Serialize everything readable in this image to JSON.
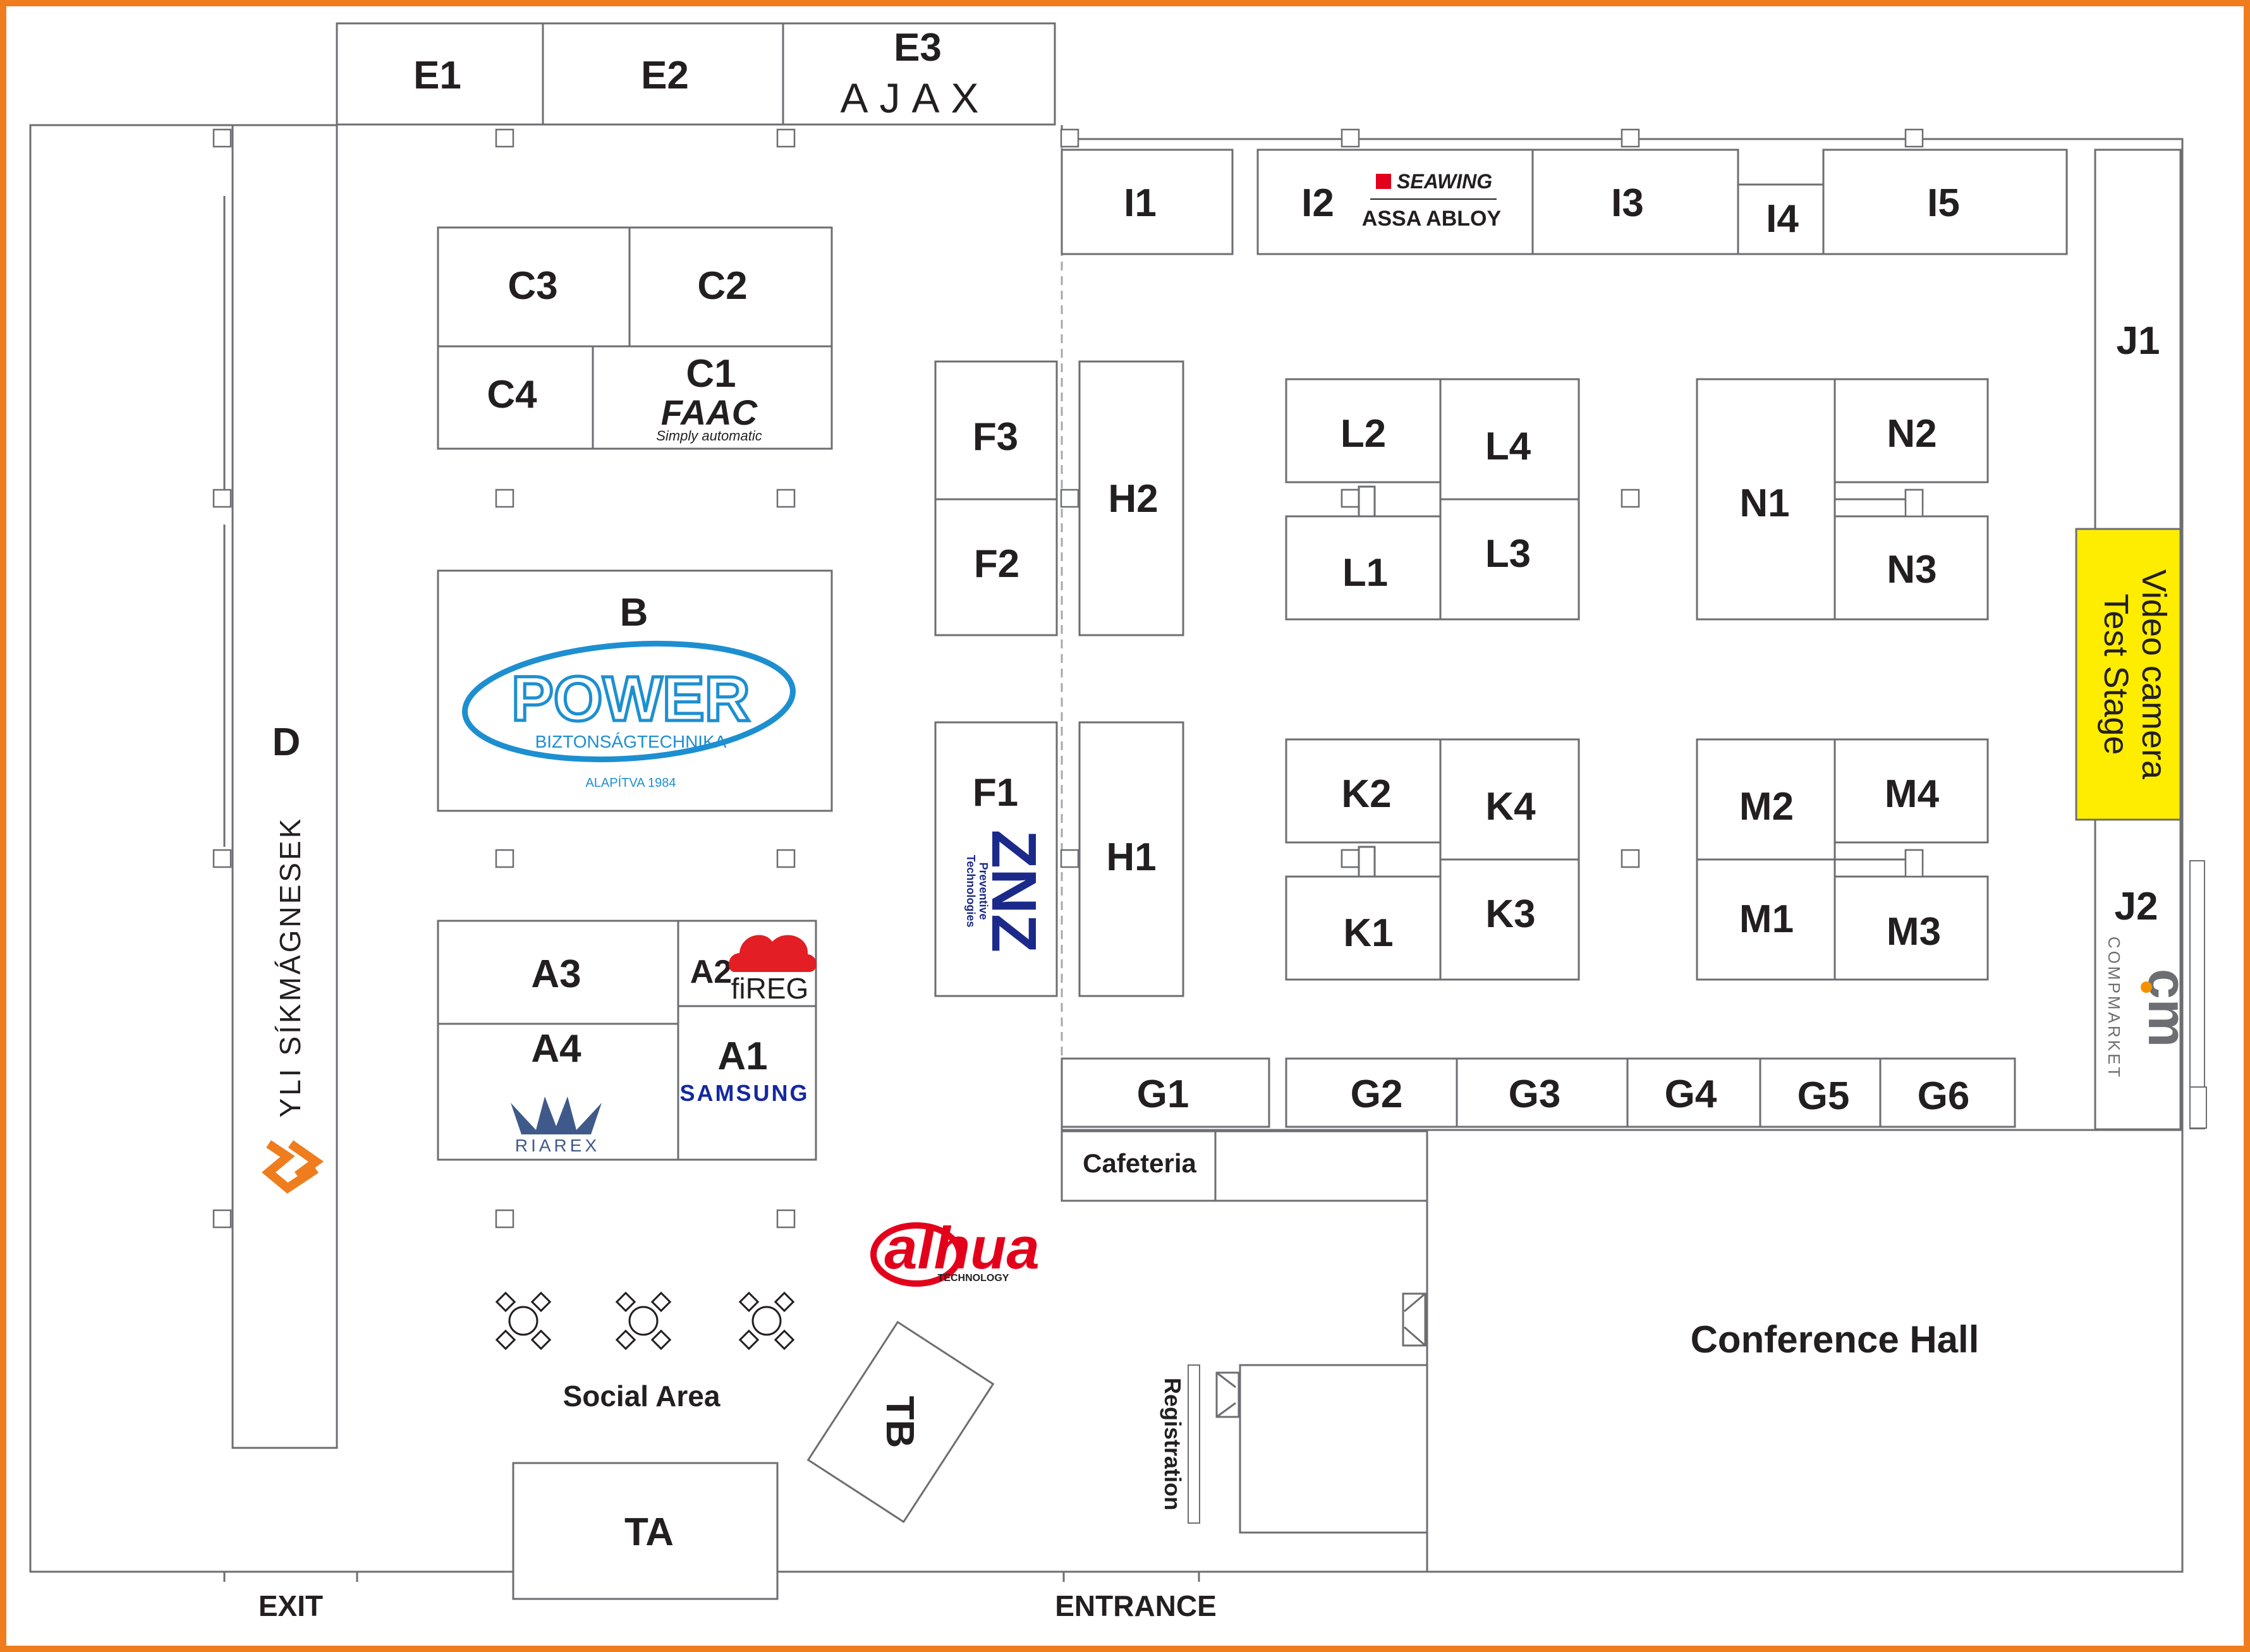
{
  "colors": {
    "frame": "#ef7d1e",
    "lines": "#6d6e71",
    "stage_highlight": "#ffed00",
    "power_blue": "#1d8fd1",
    "samsung_blue": "#1428a0",
    "znz_navy": "#1b2a8a",
    "fireg_red": "#e31e24",
    "dahua_red": "#e3001b",
    "yli_orange": "#ef7d1e",
    "cm_orange": "#f39200"
  },
  "booths": {
    "E1": "E1",
    "E2": "E2",
    "E3": "E3",
    "C1": "C1",
    "C2": "C2",
    "C3": "C3",
    "C4": "C4",
    "B": "B",
    "D": "D",
    "A1": "A1",
    "A2": "A2",
    "A3": "A3",
    "A4": "A4",
    "F1": "F1",
    "F2": "F2",
    "F3": "F3",
    "H1": "H1",
    "H2": "H2",
    "I1": "I1",
    "I2": "I2",
    "I3": "I3",
    "I4": "I4",
    "I5": "I5",
    "J1": "J1",
    "J2": "J2",
    "L1": "L1",
    "L2": "L2",
    "L3": "L3",
    "L4": "L4",
    "N1": "N1",
    "N2": "N2",
    "N3": "N3",
    "K1": "K1",
    "K2": "K2",
    "K3": "K3",
    "K4": "K4",
    "M1": "M1",
    "M2": "M2",
    "M3": "M3",
    "M4": "M4",
    "G1": "G1",
    "G2": "G2",
    "G3": "G3",
    "G4": "G4",
    "G5": "G5",
    "G6": "G6",
    "TA": "TA",
    "TB": "TB"
  },
  "areas": {
    "cafeteria": "Cafeteria",
    "conference_hall": "Conference Hall",
    "social_area": "Social Area",
    "registration": "Registration",
    "video_stage_line1": "Video camera",
    "video_stage_line2": "Test Stage",
    "exit": "EXIT",
    "entrance": "ENTRANCE"
  },
  "logos": {
    "ajax": "AJAX",
    "seawing": "SEAWING",
    "assa_abloy": "ASSA ABLOY",
    "faac": "FAAC",
    "faac_tagline": "Simply automatic",
    "power": "POWER",
    "power_sub": "BIZTONSÁGTECHNIKA",
    "power_founded": "ALAPÍTVA 1984",
    "yli": "YLI SÍKMÁGNESEK",
    "fireg": "fiREG",
    "samsung": "SAMSUNG",
    "riarex": "RIAREX",
    "znz": "ZNZ",
    "znz_sub1": "Preventive",
    "znz_sub2": "Technologies",
    "dahua": "alhua",
    "dahua_sub": "TECHNOLOGY",
    "compmarket": "COMPMARKET",
    "cm": "cm"
  }
}
